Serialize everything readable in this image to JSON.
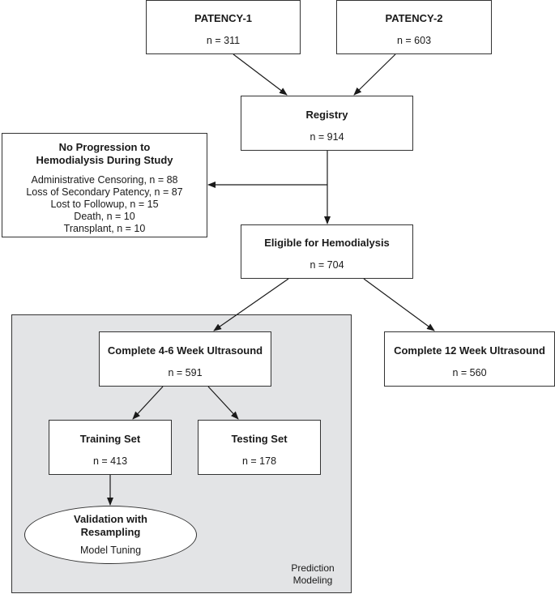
{
  "patency1": {
    "title": "PATENCY-1",
    "n": "n = 311"
  },
  "patency2": {
    "title": "PATENCY-2",
    "n": "n = 603"
  },
  "registry": {
    "title": "Registry",
    "n": "n = 914"
  },
  "no_progression": {
    "title_line1": "No Progression to",
    "title_line2": "Hemodialysis During Study",
    "items": [
      "Administrative Censoring, n = 88",
      "Loss of Secondary Patency, n = 87",
      "Lost to Followup, n = 15",
      "Death, n = 10",
      "Transplant, n = 10"
    ]
  },
  "eligible": {
    "title": "Eligible for Hemodialysis",
    "n": "n = 704"
  },
  "complete_4_6": {
    "title": "Complete 4-6 Week Ultrasound",
    "n": "n = 591"
  },
  "complete_12": {
    "title": "Complete 12 Week Ultrasound",
    "n": "n = 560"
  },
  "training": {
    "title": "Training Set",
    "n": "n = 413"
  },
  "testing": {
    "title": "Testing Set",
    "n": "n = 178"
  },
  "validation": {
    "title_line1": "Validation with",
    "title_line2": "Resampling",
    "subtitle": "Model Tuning"
  },
  "region": {
    "label_line1": "Prediction",
    "label_line2": "Modeling"
  }
}
